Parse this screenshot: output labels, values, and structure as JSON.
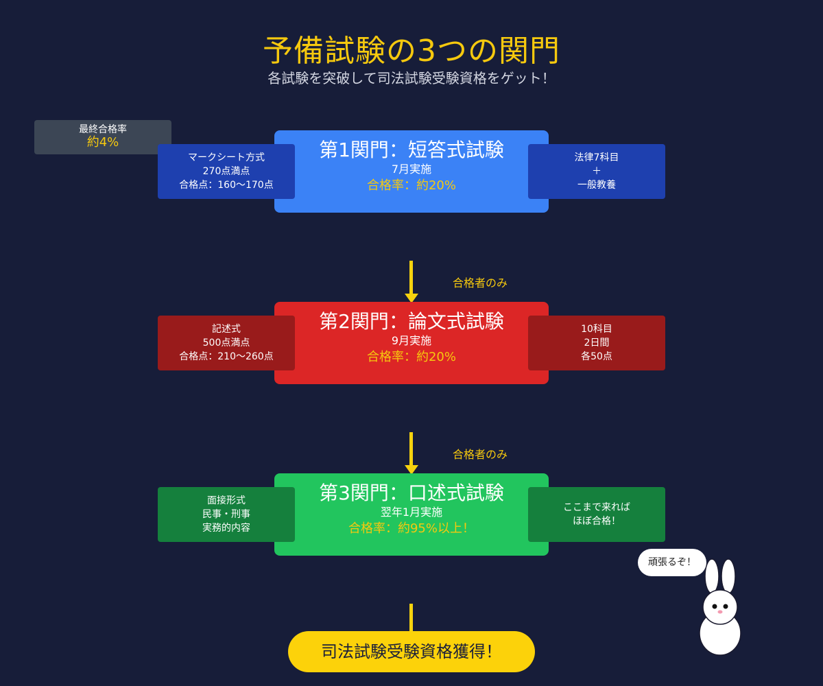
{
  "header": {
    "title": "予備試験の3つの関門",
    "subtitle": "各試験を突破して司法試験受験資格をゲット！"
  },
  "final_rate": {
    "label": "最終合格率",
    "value": "約4%"
  },
  "stages": [
    {
      "title": "第1関門：短答式試験",
      "date": "7月実施",
      "rate": "合格率：約20%",
      "left_lines": [
        "マークシート方式",
        "270点満点",
        "合格点：160〜170点"
      ],
      "right_lines": [
        "法律7科目",
        "＋",
        "一般教養"
      ]
    },
    {
      "title": "第2関門：論文式試験",
      "date": "9月実施",
      "rate": "合格率：約20%",
      "left_lines": [
        "記述式",
        "500点満点",
        "合格点：210〜260点"
      ],
      "right_lines": [
        "10科目",
        "2日間",
        "各50点"
      ]
    },
    {
      "title": "第3関門：口述式試験",
      "date": "翌年1月実施",
      "rate": "合格率：約95%以上！",
      "left_lines": [
        "面接形式",
        "民事・刑事",
        "実務的内容"
      ],
      "right_lines": [
        "ここまで来れば",
        "ほぼ合格！"
      ]
    }
  ],
  "connectors": {
    "passer_label_1": "合格者のみ",
    "passer_label_2": "合格者のみ"
  },
  "goal": {
    "label": "司法試験受験資格獲得！"
  },
  "mascot": {
    "speech": "頑張るぞ！"
  },
  "colors": {
    "background": "#171d39",
    "accent_yellow": "#f6c90e",
    "stage1": "#3b82f6",
    "stage1_side": "#1e40af",
    "stage2": "#dc2626",
    "stage2_side": "#991b1b",
    "stage3": "#22c55e",
    "stage3_side": "#15803d"
  }
}
